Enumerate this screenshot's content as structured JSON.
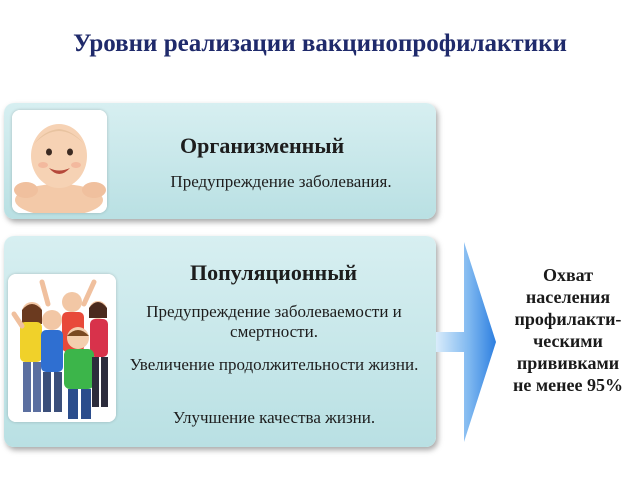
{
  "title": "Уровни реализации вакцинопрофилактики",
  "levels": [
    {
      "heading": "Организменный",
      "items": [
        "Предупреждение заболевания."
      ]
    },
    {
      "heading": "Популяционный",
      "items": [
        "Предупреждение заболеваемости и смертности.",
        "Увеличение продолжительности жизни.",
        "Улучшение качества жизни."
      ]
    }
  ],
  "result": {
    "lines": [
      "Охват",
      "населения",
      "профилакти-",
      "ческими",
      "прививками",
      "не менее 95%"
    ]
  },
  "colors": {
    "title": "#1f2a6b",
    "panel": "#c6e7ea",
    "arrow": "#2d7fe0"
  }
}
